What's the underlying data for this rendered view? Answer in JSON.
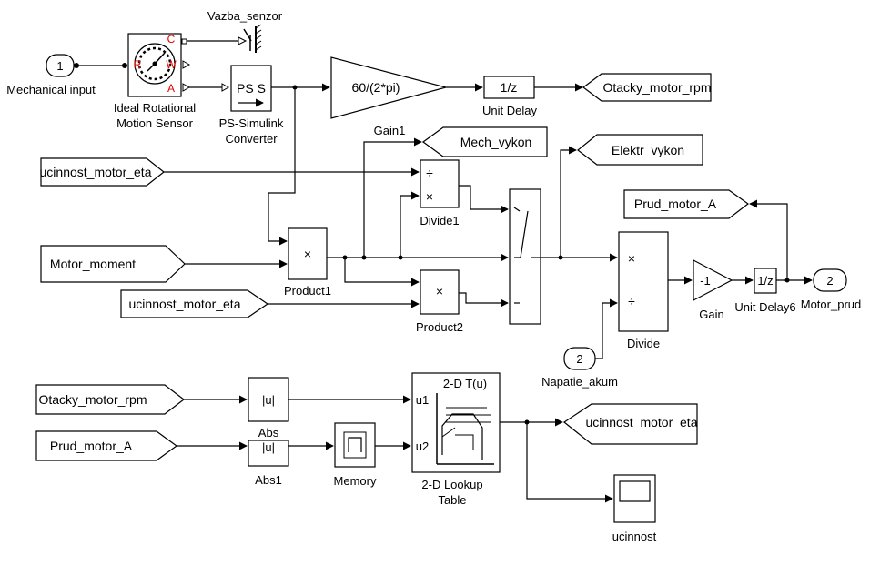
{
  "diagram": {
    "blocks": {
      "inport1": {
        "number": "1",
        "label": "Mechanical input"
      },
      "sensor": {
        "label_line1": "Ideal Rotational",
        "label_line2": "Motion Sensor",
        "port_c": "C",
        "port_r": "R",
        "port_w": "W",
        "port_a": "A"
      },
      "vazba": {
        "label": "Vazba_senzor"
      },
      "ps_converter": {
        "text": "PS  S",
        "label_line1": "PS-Simulink",
        "label_line2": "Converter"
      },
      "gain_rpm": {
        "text": "60/(2*pi)"
      },
      "unit_delay": {
        "text": "1/z",
        "label": "Unit Delay"
      },
      "goto_otacky": {
        "text": "Otacky_motor_rpm"
      },
      "gain1_label": {
        "label": "Gain1"
      },
      "goto_mech": {
        "text": "Mech_vykon"
      },
      "goto_elektr": {
        "text": "Elektr_vykon"
      },
      "from_ucinnost1": {
        "text": "ucinnost_motor_eta"
      },
      "divide1": {
        "div": "÷",
        "mul": "×",
        "label": "Divide1"
      },
      "from_motor_moment": {
        "text": "Motor_moment"
      },
      "product1": {
        "text": "×",
        "label": "Product1"
      },
      "from_ucinnost2": {
        "text": "ucinnost_motor_eta"
      },
      "product2": {
        "text": "×",
        "label": "Product2"
      },
      "goto_prud": {
        "text": "Prud_motor_A"
      },
      "divide": {
        "mul": "×",
        "div": "÷",
        "label": "Divide"
      },
      "inport2": {
        "number": "2",
        "label": "Napatie_akum"
      },
      "gain": {
        "text": "-1",
        "label": "Gain"
      },
      "unit_delay6": {
        "text": "1/z",
        "label": "Unit Delay6"
      },
      "outport2": {
        "number": "2",
        "label": "Motor_prud"
      },
      "from_otacky": {
        "text": "Otacky_motor_rpm"
      },
      "abs": {
        "text": "|u|",
        "label": "Abs"
      },
      "from_prud": {
        "text": "Prud_motor_A"
      },
      "abs1": {
        "text": "|u|",
        "label": "Abs1"
      },
      "memory": {
        "label": "Memory"
      },
      "lookup": {
        "title": "2-D T(u)",
        "u1": "u1",
        "u2": "u2",
        "label_line1": "2-D Lookup",
        "label_line2": "Table"
      },
      "goto_ucinnost": {
        "text": "ucinnost_motor_eta"
      },
      "scope": {
        "label": "ucinnost"
      }
    }
  }
}
